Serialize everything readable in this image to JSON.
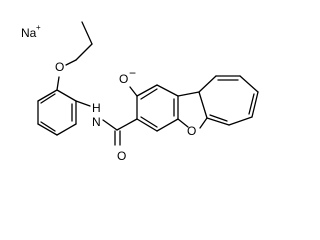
{
  "diagram": {
    "type": "chemical-structure",
    "atom_labels": {
      "sodium": "Na",
      "sodium_charge": "+",
      "ether_oxygen": "O",
      "oxide_oxygen": "O",
      "oxide_charge": "−",
      "amide_nitrogen": "N",
      "amide_hydrogen": "H",
      "carbonyl_oxygen": "O",
      "ring_oxygen": "O"
    }
  }
}
